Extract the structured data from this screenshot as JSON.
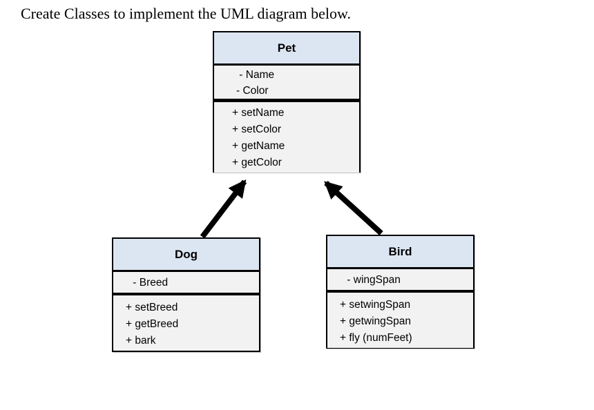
{
  "title": "Create Classes to implement the UML diagram below.",
  "diagram": {
    "classes": [
      {
        "name": "Pet",
        "attributes": [
          " - Name",
          "- Color"
        ],
        "methods": [
          "+ setName",
          "+ setColor",
          "+ getName",
          "+ getColor"
        ]
      },
      {
        "name": "Dog",
        "attributes": [
          " - Breed"
        ],
        "methods": [
          "+ setBreed",
          "+ getBreed",
          "+ bark"
        ]
      },
      {
        "name": "Bird",
        "attributes": [
          " - wingSpan"
        ],
        "methods": [
          "+ setwingSpan",
          "+ getwingSpan",
          "+ fly (numFeet)"
        ]
      }
    ],
    "relations": [
      {
        "from": "Dog",
        "to": "Pet",
        "type": "inheritance-arrow"
      },
      {
        "from": "Bird",
        "to": "Pet",
        "type": "inheritance-arrow"
      }
    ],
    "colors": {
      "header_fill": "#dce6f2",
      "body_fill": "#f2f2f2",
      "border": "#000000",
      "arrow": "#000000",
      "background": "#ffffff"
    }
  }
}
